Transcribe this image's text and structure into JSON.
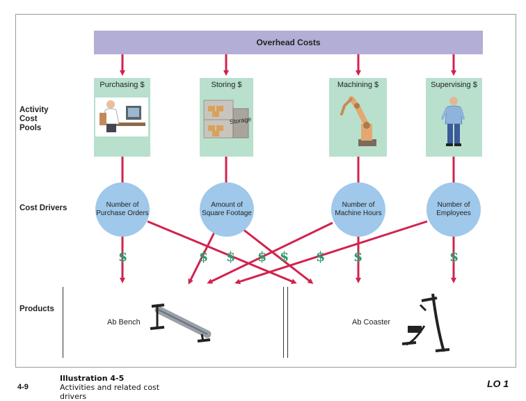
{
  "diagram": {
    "overhead": "Overhead Costs",
    "labels": {
      "pools": "Activity\nCost\nPools",
      "drivers": "Cost Drivers",
      "products": "Products"
    },
    "pools": [
      {
        "title": "Purchasing $",
        "icon": "purchasing-worker-icon"
      },
      {
        "title": "Storing $",
        "icon": "storage-boxes-icon",
        "icon_text": "Storage"
      },
      {
        "title": "Machining $",
        "icon": "robot-arm-icon"
      },
      {
        "title": "Supervising $",
        "icon": "supervisor-person-icon"
      }
    ],
    "drivers": [
      "Number of Purchase Orders",
      "Amount of Square Footage",
      "Number of Machine Hours",
      "Number of Employees"
    ],
    "dollar_sign": "$",
    "products": [
      {
        "name": "Ab Bench",
        "icon": "ab-bench-icon"
      },
      {
        "name": "Ab Coaster",
        "icon": "ab-coaster-icon"
      }
    ],
    "colors": {
      "overhead": "#b3aed6",
      "pool": "#b9e0cd",
      "driver": "#9fc8ea",
      "arrow": "#d1224e",
      "dollar": "#2f9a6a"
    }
  },
  "footer": {
    "slide_number": "4-9",
    "caption_title": "Illustration 4-5",
    "caption_text": "Activities and related cost drivers",
    "lo": "LO 1"
  }
}
